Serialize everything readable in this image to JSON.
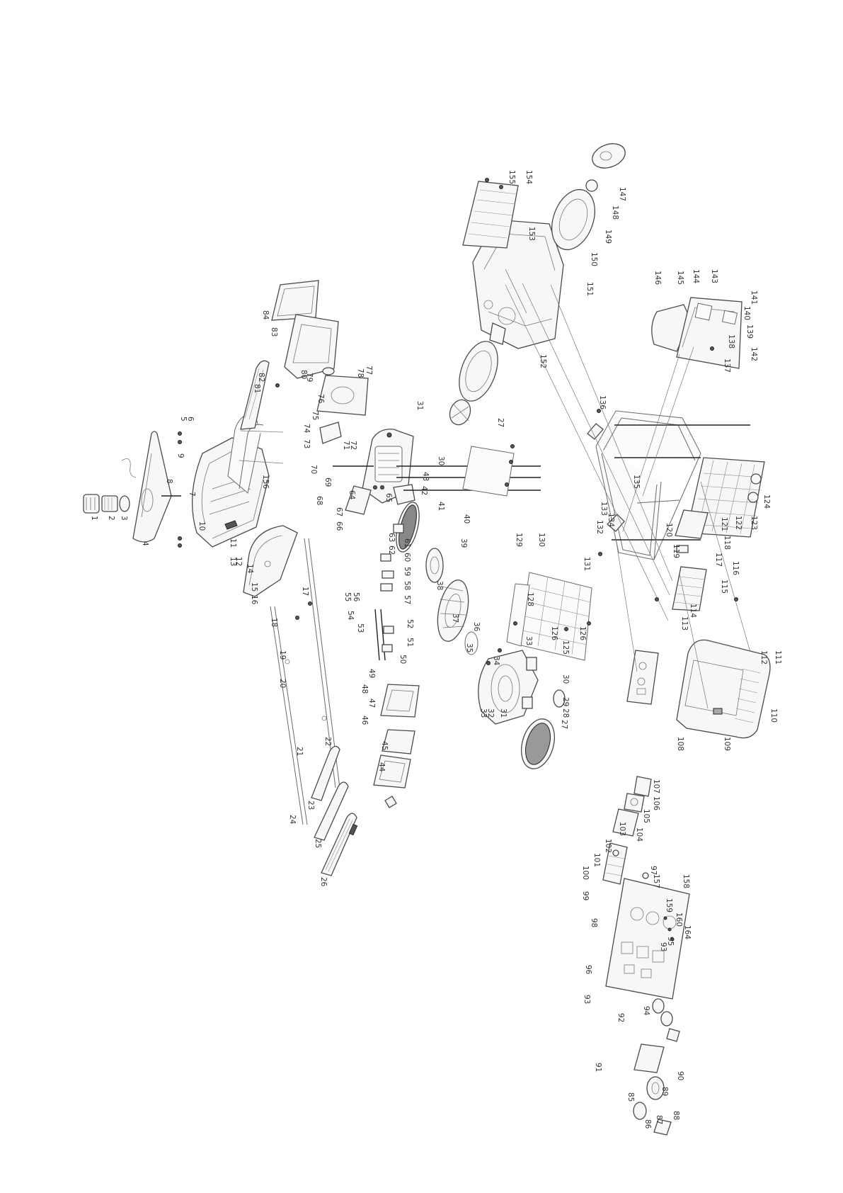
{
  "labels": [
    "1",
    "2",
    "3",
    "4",
    "5",
    "6",
    "7",
    "8",
    "9",
    "10",
    "11",
    "12",
    "13",
    "14",
    "15",
    "16",
    "17",
    "18",
    "19",
    "20",
    "21",
    "22",
    "23",
    "24",
    "25",
    "26",
    "27",
    "28",
    "29",
    "30",
    "31",
    "32",
    "33",
    "34",
    "35",
    "36",
    "37",
    "38",
    "39",
    "40",
    "41",
    "42",
    "43",
    "44",
    "45",
    "46",
    "47",
    "48",
    "49",
    "50",
    "51",
    "52",
    "53",
    "54",
    "55",
    "56",
    "57",
    "58",
    "59",
    "60",
    "61",
    "62",
    "63",
    "64",
    "65",
    "66",
    "67",
    "68",
    "69",
    "70",
    "71",
    "72",
    "73",
    "74",
    "75",
    "76",
    "77",
    "78",
    "79",
    "80",
    "81",
    "82",
    "83",
    "84",
    "85",
    "86",
    "87",
    "88",
    "89",
    "90",
    "91",
    "92",
    "93",
    "94",
    "95",
    "96",
    "97",
    "98",
    "99",
    "100",
    "101",
    "102",
    "103",
    "104",
    "105",
    "106",
    "107",
    "108",
    "109",
    "110",
    "111",
    "112",
    "113",
    "114",
    "115",
    "116",
    "117",
    "118",
    "119",
    "120",
    "121",
    "122",
    "123",
    "124",
    "125",
    "126",
    "128",
    "129",
    "130",
    "131",
    "132",
    "133",
    "134",
    "135",
    "136",
    "137",
    "138",
    "139",
    "140",
    "141",
    "142",
    "143",
    "144",
    "145",
    "146",
    "147",
    "148",
    "149",
    "150",
    "151",
    "152",
    "153",
    "154",
    "155",
    "156",
    "157",
    "158",
    "159",
    "160",
    "164"
  ]
}
